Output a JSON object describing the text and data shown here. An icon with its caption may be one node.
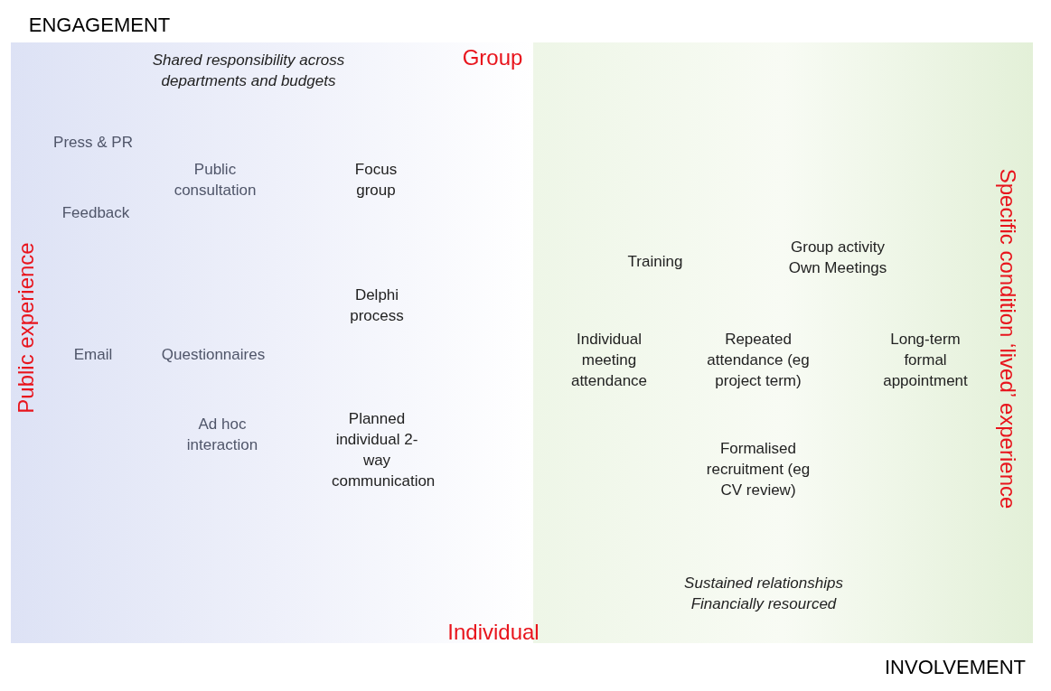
{
  "diagram": {
    "labels": [
      "ENGAGEMENT",
      "Shared responsibility across departments and budgets",
      "Group",
      "Press & PR",
      "Public consultation",
      "Focus group",
      "Specific condition ‘lived’ experience",
      "Feedback",
      "Training",
      "Group activity Own Meetings",
      "Public experience",
      "Delphi process",
      "Email",
      "Questionnaires",
      "Individual meeting attendance",
      "Repeated attendance (eg project term)",
      "Long-term formal appointment",
      "Ad hoc interaction",
      "Planned individual 2-way communication",
      "Formalised recruitment (eg CV review)",
      "Sustained relationships Financially resourced",
      "Individual",
      "INVOLVEMENT"
    ]
  }
}
